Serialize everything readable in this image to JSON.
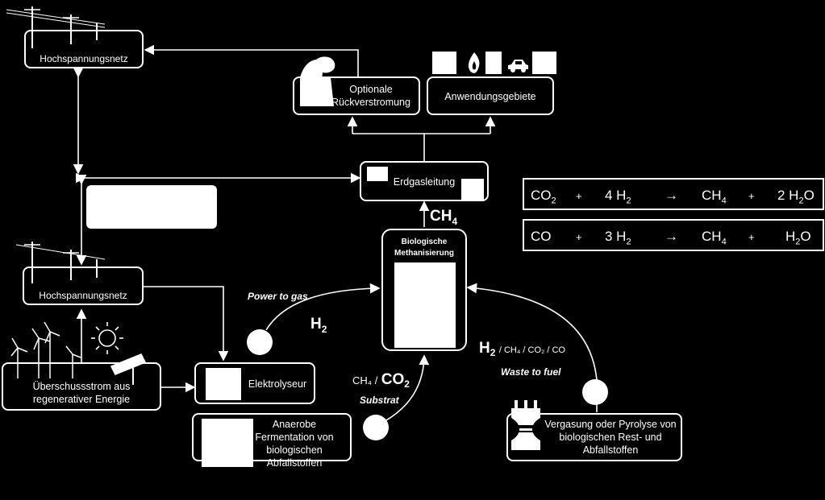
{
  "nodes": {
    "grid_top": "Hochspannungsnetz",
    "grid_mid": "Hochspannungsnetz",
    "surplus": "Überschussstrom aus regenerativer Energie",
    "electrolyzer": "Elektrolyseur",
    "fermentation": "Anaerobe Fermentation von biologischen Abfallstoffen",
    "gasification": "Vergasung oder Pyrolyse von biologischen Rest- und Abfallstoffen",
    "methanation_l1": "Biologische",
    "methanation_l2": "Methanisierung",
    "gas_grid": "Erdgasleitung",
    "reconversion": "Optionale Rückverstromung",
    "applications": "Anwendungsgebiete"
  },
  "labels": {
    "power_to_gas": "Power to gas",
    "waste_to_fuel": "Waste to fuel",
    "substrat": "Substrat",
    "h2": "H",
    "h2_sub": "2",
    "ch4_main": "CH",
    "ch4_sub": "4",
    "waste_gases_tail": "/ CH₄ / CO₂ / CO",
    "ch4_small": "CH₄ /",
    "co2_big": "CO",
    "co2_sub": "2"
  },
  "equations": {
    "eq1": {
      "reactant1": "CO",
      "reactant1_sub": "2",
      "plus1": "+",
      "reactant2": "4 H",
      "reactant2_sub": "2",
      "arrow": "→",
      "product1": "CH",
      "product1_sub": "4",
      "plus2": "+",
      "product2": "2 H",
      "product2_sub": "2",
      "product2_tail": "O"
    },
    "eq2": {
      "reactant1": "CO",
      "plus1": "+",
      "reactant2": "3 H",
      "reactant2_sub": "2",
      "arrow": "→",
      "product1": "CH",
      "product1_sub": "4",
      "plus2": "+",
      "product2": "H",
      "product2_sub": "2",
      "product2_tail": "O"
    }
  }
}
